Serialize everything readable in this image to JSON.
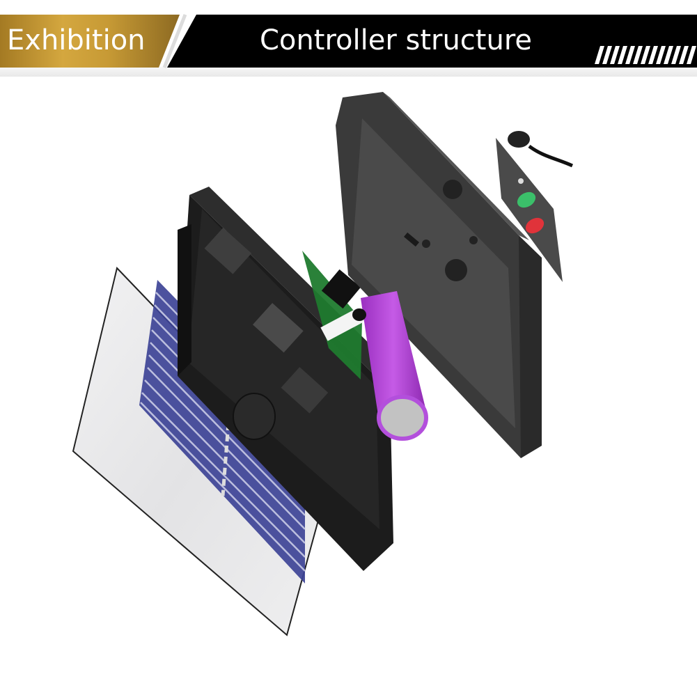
{
  "banner": {
    "left_label": "Exhibition",
    "right_title": "Controller structure",
    "colors": {
      "gold": "#c9a23a",
      "black": "#000000",
      "text": "#ffffff"
    }
  },
  "illustration": {
    "subject": "Exploded view of solar controller",
    "components": [
      {
        "name": "solar-panel",
        "color": "#3a3f8f"
      },
      {
        "name": "glass-cover",
        "color": "#e6e6e8"
      },
      {
        "name": "front-housing",
        "color": "#1e1e1e"
      },
      {
        "name": "circuit-board",
        "color": "#1f7a2e"
      },
      {
        "name": "battery",
        "color": "#b13fd6"
      },
      {
        "name": "back-housing",
        "color": "#3a3a3a"
      },
      {
        "name": "control-panel",
        "color": "#4a4a4a"
      }
    ],
    "control_panel_buttons": [
      {
        "name": "on-button",
        "color": "#3bbf6a"
      },
      {
        "name": "off-button",
        "color": "#e0333a"
      }
    ]
  }
}
